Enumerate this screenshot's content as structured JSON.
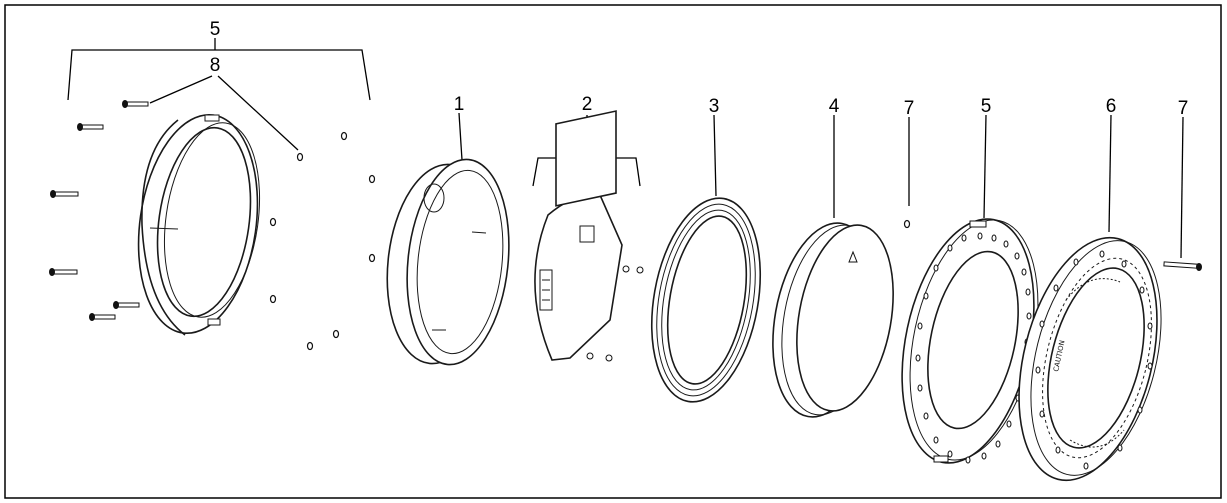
{
  "diagram": {
    "title": "",
    "frame_stroke": "#000000",
    "background": "#ffffff",
    "callouts": [
      {
        "id": "c5-left",
        "label": "5"
      },
      {
        "id": "c8",
        "label": "8"
      },
      {
        "id": "c1",
        "label": "1"
      },
      {
        "id": "c2",
        "label": "2"
      },
      {
        "id": "c3",
        "label": "3"
      },
      {
        "id": "c4",
        "label": "4"
      },
      {
        "id": "c7-mid",
        "label": "7"
      },
      {
        "id": "c5-right",
        "label": "5"
      },
      {
        "id": "c6",
        "label": "6"
      },
      {
        "id": "c7-right",
        "label": "7"
      }
    ],
    "parts": [
      {
        "number": "1",
        "icon": "housing-cup-icon"
      },
      {
        "number": "2",
        "icon": "circuit-board-icon"
      },
      {
        "number": "3",
        "icon": "gasket-ring-icon"
      },
      {
        "number": "4",
        "icon": "lens-dome-icon"
      },
      {
        "number": "5",
        "icon": "mounting-ring-icon"
      },
      {
        "number": "6",
        "icon": "face-rim-icon"
      },
      {
        "number": "7",
        "icon": "screw-icon"
      },
      {
        "number": "8",
        "icon": "nut-icon"
      }
    ],
    "rim_text": "CAUTION"
  }
}
